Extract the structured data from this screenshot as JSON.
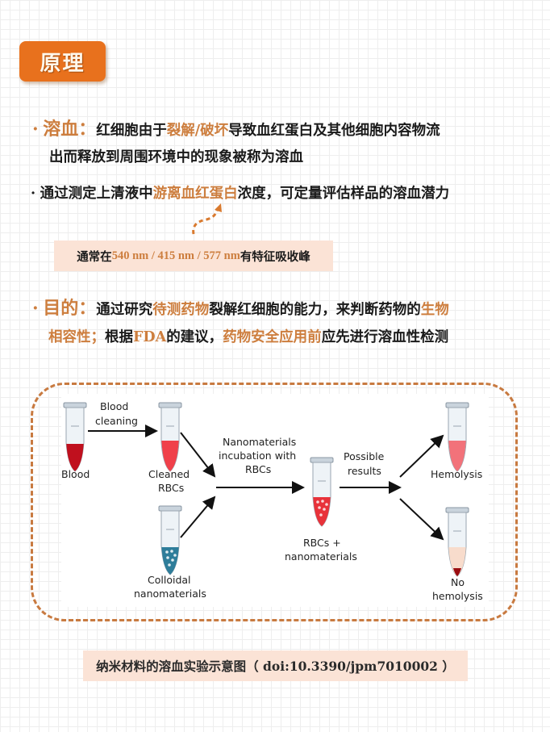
{
  "header": {
    "title": "原理"
  },
  "section_hemolysis": {
    "bullet": "·",
    "term": "溶血：",
    "line1_pre": "红细胞由于",
    "line1_hl": "裂解/破坏",
    "line1_post": "导致血红蛋白及其他细胞内容物流",
    "line2": "出而释放到周围环境中的现象被称为溶血"
  },
  "section_measure": {
    "bullet": "·",
    "pre": "通过测定上清液中",
    "hl": "游离血红蛋白",
    "post": "浓度，可定量评估样品的溶血潜力"
  },
  "note": {
    "pre": "通常在 ",
    "hl": "540 nm / 415 nm / 577 nm",
    "post": " 有特征吸收峰"
  },
  "section_purpose": {
    "bullet": "·",
    "term": "目的：",
    "line1_pre": "通过研究",
    "line1_hl1": "待测药物",
    "line1_mid": "裂解红细胞的能力，来判断药物的",
    "line1_hl2": "生物",
    "line2_hl1": "相容性；",
    "line2_pre": "根据",
    "line2_hl2": "FDA",
    "line2_mid": "的建议，",
    "line2_hl3": "药物安全应用前",
    "line2_post": "应先进行溶血性检测"
  },
  "diagram": {
    "labels": {
      "blood": "Blood",
      "blood_cleaning_1": "Blood",
      "blood_cleaning_2": "cleaning",
      "cleaned_1": "Cleaned",
      "cleaned_2": "RBCs",
      "incubation_1": "Nanomaterials",
      "incubation_2": "incubation with",
      "incubation_3": "RBCs",
      "colloidal_1": "Colloidal",
      "colloidal_2": "nanomaterials",
      "mix_1": "RBCs +",
      "mix_2": "nanomaterials",
      "possible_1": "Possible",
      "possible_2": "results",
      "hemolysis": "Hemolysis",
      "no_hemolysis_1": "No",
      "no_hemolysis_2": "hemolysis"
    },
    "colors": {
      "blood": "#c0101e",
      "cleaned": "#f0404a",
      "colloid": "#2e7d9a",
      "mix": "#e8323a",
      "hemolysis": "#f2727a",
      "no_hemolysis_fluid": "#f8dccc",
      "pellet": "#9a0d12"
    }
  },
  "caption": {
    "text": "纳米材料的溶血实验示意图（ doi:10.3390/jpm7010002 ）"
  }
}
